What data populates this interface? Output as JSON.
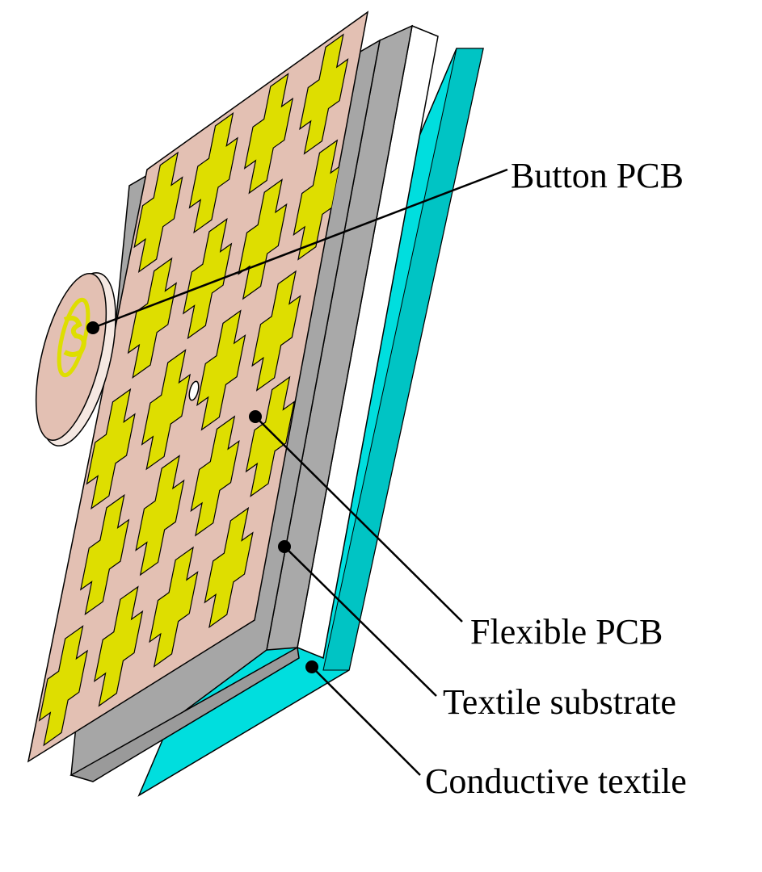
{
  "labels": {
    "button_pcb": "Button PCB",
    "flexible_pcb": "Flexible PCB",
    "textile_substrate": "Textile substrate",
    "conductive_textile": "Conductive textile"
  },
  "colors": {
    "flexible_pcb_base": "#e3c0b3",
    "copper_pattern": "#dede00",
    "textile_substrate": "#a6a6a6",
    "gap_layer": "#ffffff",
    "conductive_textile": "#00dede",
    "outline": "#000000"
  }
}
